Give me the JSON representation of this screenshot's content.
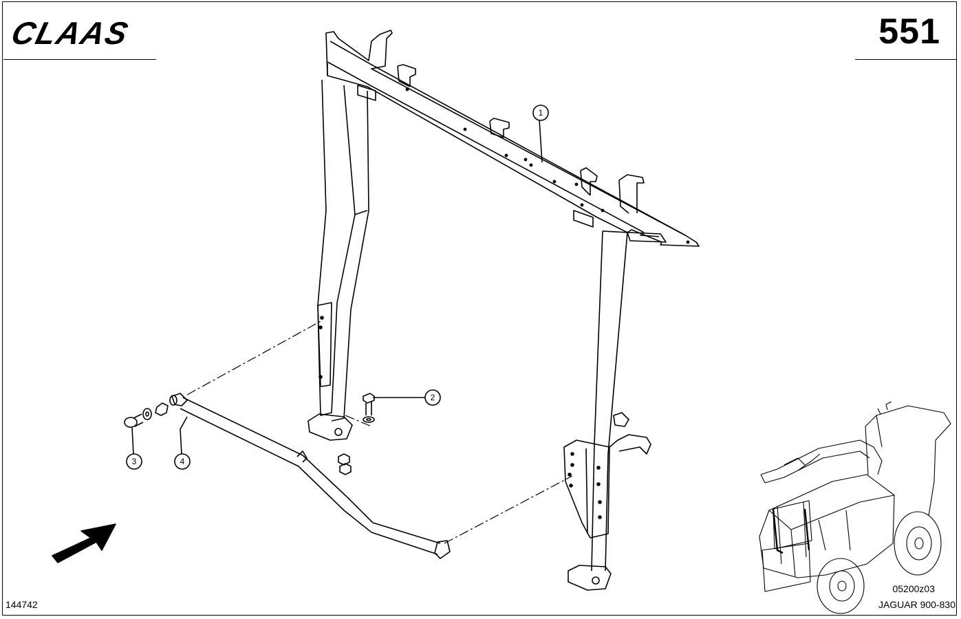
{
  "header": {
    "logo_text": "CLAAS",
    "page_number": "551"
  },
  "callouts": [
    {
      "id": "1",
      "label": "1"
    },
    {
      "id": "2",
      "label": "2"
    },
    {
      "id": "3",
      "label": "3"
    },
    {
      "id": "4",
      "label": "4"
    }
  ],
  "footer": {
    "drawing_number": "144742",
    "figure_code": "05200z03",
    "model": "JAGUAR 900-830"
  },
  "icons": {
    "direction": "forward-arrow-icon"
  },
  "colors": {
    "line": "#000000",
    "paper": "#ffffff"
  }
}
